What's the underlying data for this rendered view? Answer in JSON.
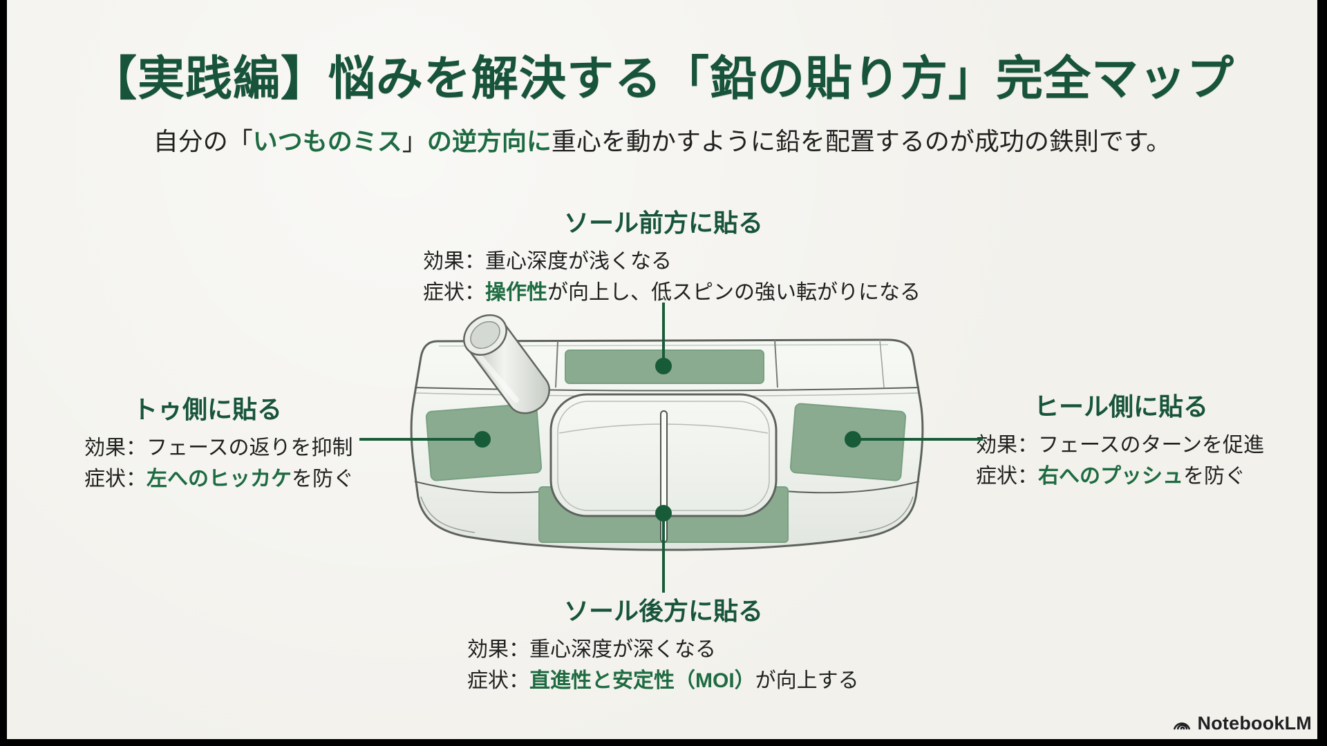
{
  "page": {
    "background": "#f2f1ec",
    "frame_color": "#000000"
  },
  "title": {
    "text": "【実践編】悩みを解決する「鉛の貼り方」完全マップ",
    "color": "#17543a"
  },
  "subtitle": {
    "segments": [
      {
        "text": "自分の「",
        "green": false
      },
      {
        "text": "いつものミス",
        "green": true
      },
      {
        "text": "」",
        "green": false
      },
      {
        "text": "の逆方向に",
        "green": true
      },
      {
        "text": "重心を動かすように鉛を配置するのが成功の鉄則です。",
        "green": false
      }
    ]
  },
  "annotations": {
    "top": {
      "heading": "ソール前方に貼る",
      "lines": [
        {
          "segments": [
            {
              "text": "効果：重心深度が浅くなる",
              "green": false
            }
          ]
        },
        {
          "segments": [
            {
              "text": "症状：",
              "green": false
            },
            {
              "text": "操作性",
              "green": true
            },
            {
              "text": "が向上し、低スピンの強い転がりになる",
              "green": false
            }
          ]
        }
      ]
    },
    "left": {
      "heading": "トゥ側に貼る",
      "lines": [
        {
          "segments": [
            {
              "text": "効果：フェースの返りを抑制",
              "green": false
            }
          ]
        },
        {
          "segments": [
            {
              "text": "症状：",
              "green": false
            },
            {
              "text": "左へのヒッカケ",
              "green": true
            },
            {
              "text": "を防ぐ",
              "green": false
            }
          ]
        }
      ]
    },
    "right": {
      "heading": "ヒール側に貼る",
      "lines": [
        {
          "segments": [
            {
              "text": "効果：フェースのターンを促進",
              "green": false
            }
          ]
        },
        {
          "segments": [
            {
              "text": "症状：",
              "green": false
            },
            {
              "text": "右へのプッシュ",
              "green": true
            },
            {
              "text": "を防ぐ",
              "green": false
            }
          ]
        }
      ]
    },
    "bottom": {
      "heading": "ソール後方に貼る",
      "lines": [
        {
          "segments": [
            {
              "text": "効果：重心深度が深くなる",
              "green": false
            }
          ]
        },
        {
          "segments": [
            {
              "text": "症状：",
              "green": false
            },
            {
              "text": "直進性と安定性（MOI）",
              "green": true
            },
            {
              "text": "が向上する",
              "green": false
            }
          ]
        }
      ]
    }
  },
  "diagram": {
    "name": "putter-top-view",
    "patch_color": "#8aab90",
    "connector_color": "#175b38",
    "patches": [
      "sole-front",
      "toe",
      "heel",
      "sole-rear"
    ]
  },
  "footer": {
    "brand": "NotebookLM"
  }
}
